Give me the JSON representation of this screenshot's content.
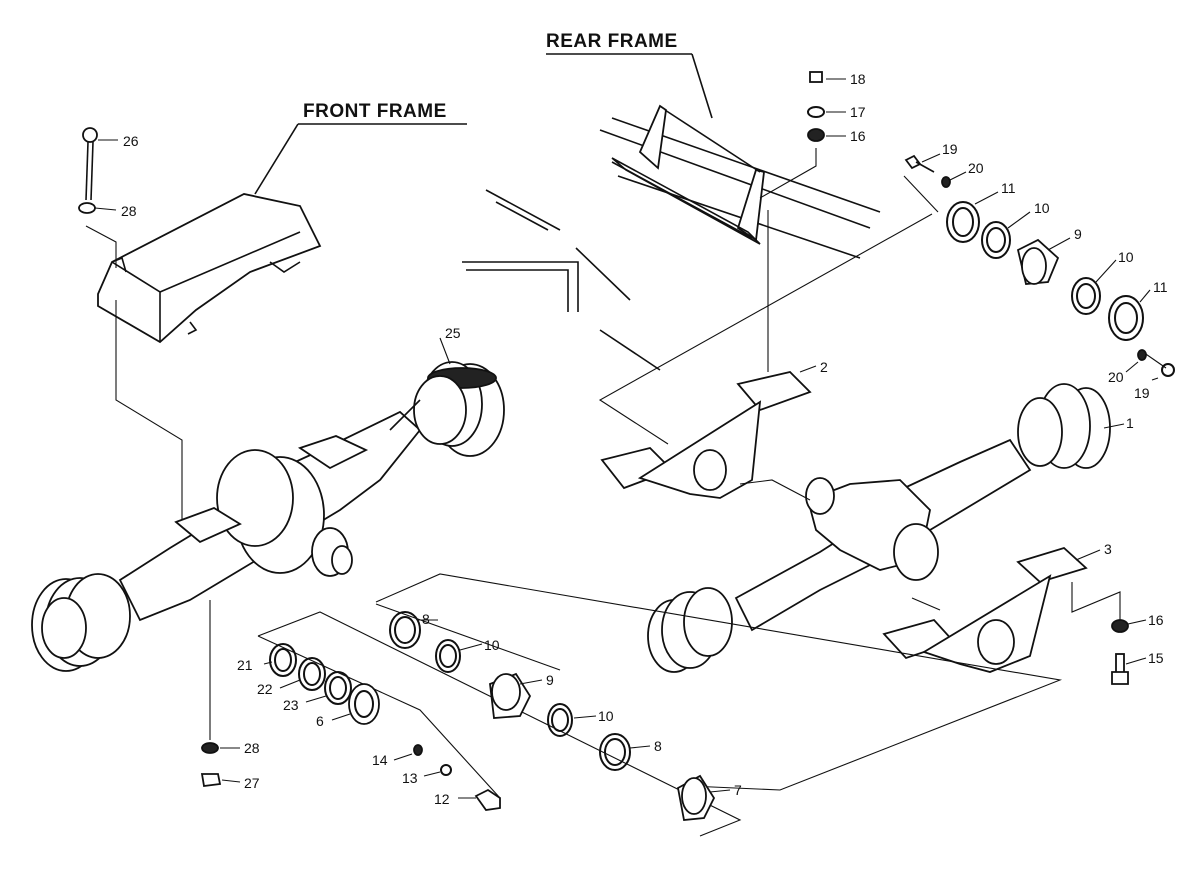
{
  "frames": {
    "rear": "REAR FRAME",
    "front": "FRONT FRAME"
  },
  "callouts": {
    "n1": "1",
    "n2": "2",
    "n3": "3",
    "n6": "6",
    "n7": "7",
    "n8a": "8",
    "n8b": "8",
    "n9a": "9",
    "n9b": "9",
    "n10a": "10",
    "n10b": "10",
    "n10c": "10",
    "n10d": "10",
    "n11a": "11",
    "n11b": "11",
    "n12": "12",
    "n13": "13",
    "n14": "14",
    "n15": "15",
    "n16a": "16",
    "n16b": "16",
    "n17": "17",
    "n18": "18",
    "n19a": "19",
    "n19b": "19",
    "n20a": "20",
    "n20b": "20",
    "n21": "21",
    "n22": "22",
    "n23": "23",
    "n25": "25",
    "n26": "26",
    "n27": "27",
    "n28a": "28",
    "n28b": "28"
  }
}
